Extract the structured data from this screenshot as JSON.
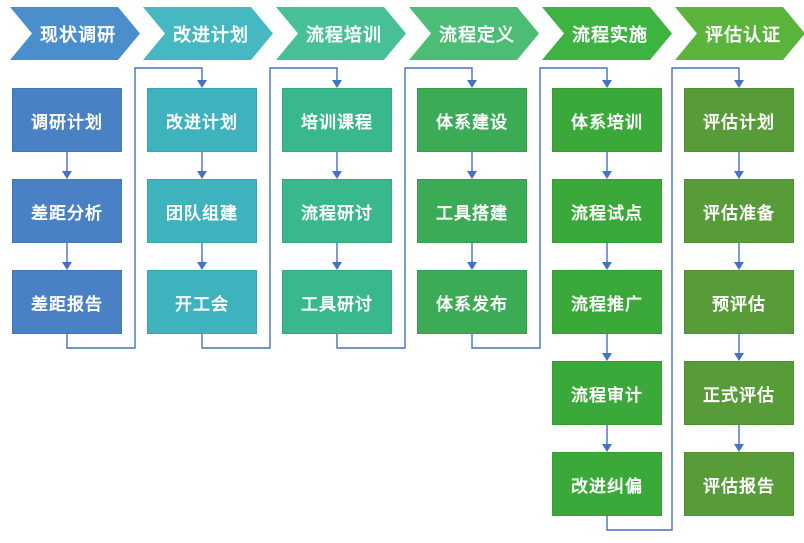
{
  "diagram": {
    "connector_color": "#4472c4",
    "phases": [
      {
        "label": "现状调研",
        "header_color": "#4a8fcb",
        "box_color": "#4a80c4",
        "steps": [
          "调研计划",
          "差距分析",
          "差距报告"
        ]
      },
      {
        "label": "改进计划",
        "header_color": "#45b8c1",
        "box_color": "#3eb3bd",
        "steps": [
          "改进计划",
          "团队组建",
          "开工会"
        ]
      },
      {
        "label": "流程培训",
        "header_color": "#48c095",
        "box_color": "#39b88b",
        "steps": [
          "培训课程",
          "流程研讨",
          "工具研讨"
        ]
      },
      {
        "label": "流程定义",
        "header_color": "#4cbd74",
        "box_color": "#3bac55",
        "steps": [
          "体系建设",
          "工具搭建",
          "体系发布"
        ]
      },
      {
        "label": "流程实施",
        "header_color": "#3db342",
        "box_color": "#3aa939",
        "steps": [
          "体系培训",
          "流程试点",
          "流程推广",
          "流程审计",
          "改进纠偏"
        ]
      },
      {
        "label": "评估认证",
        "header_color": "#5ab43c",
        "box_color": "#579c38",
        "steps": [
          "评估计划",
          "评估准备",
          "预评估",
          "正式评估",
          "评估报告"
        ]
      }
    ]
  }
}
